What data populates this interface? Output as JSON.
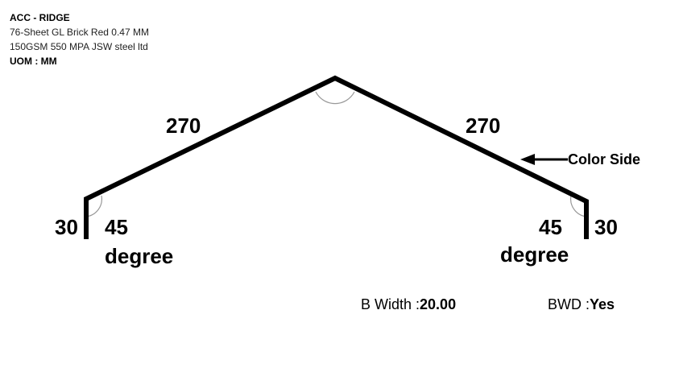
{
  "header": {
    "title": "ACC - RIDGE",
    "line1": "76-Sheet GL Brick Red 0.47 MM",
    "line2": "150GSM 550 MPA JSW steel ltd",
    "uom_label": "UOM : ",
    "uom_value": "MM"
  },
  "profile": {
    "left_slope": "270",
    "right_slope": "270",
    "left_return": "30",
    "right_return": "30",
    "left_angle_value": "45",
    "left_angle_unit": "degree",
    "right_angle_value": "45",
    "right_angle_unit": "degree",
    "color_side_label": "Color Side"
  },
  "footer": {
    "b_width_label": "B Width :",
    "b_width_value": "20.00",
    "bwd_label": "BWD :",
    "bwd_value": "Yes"
  }
}
